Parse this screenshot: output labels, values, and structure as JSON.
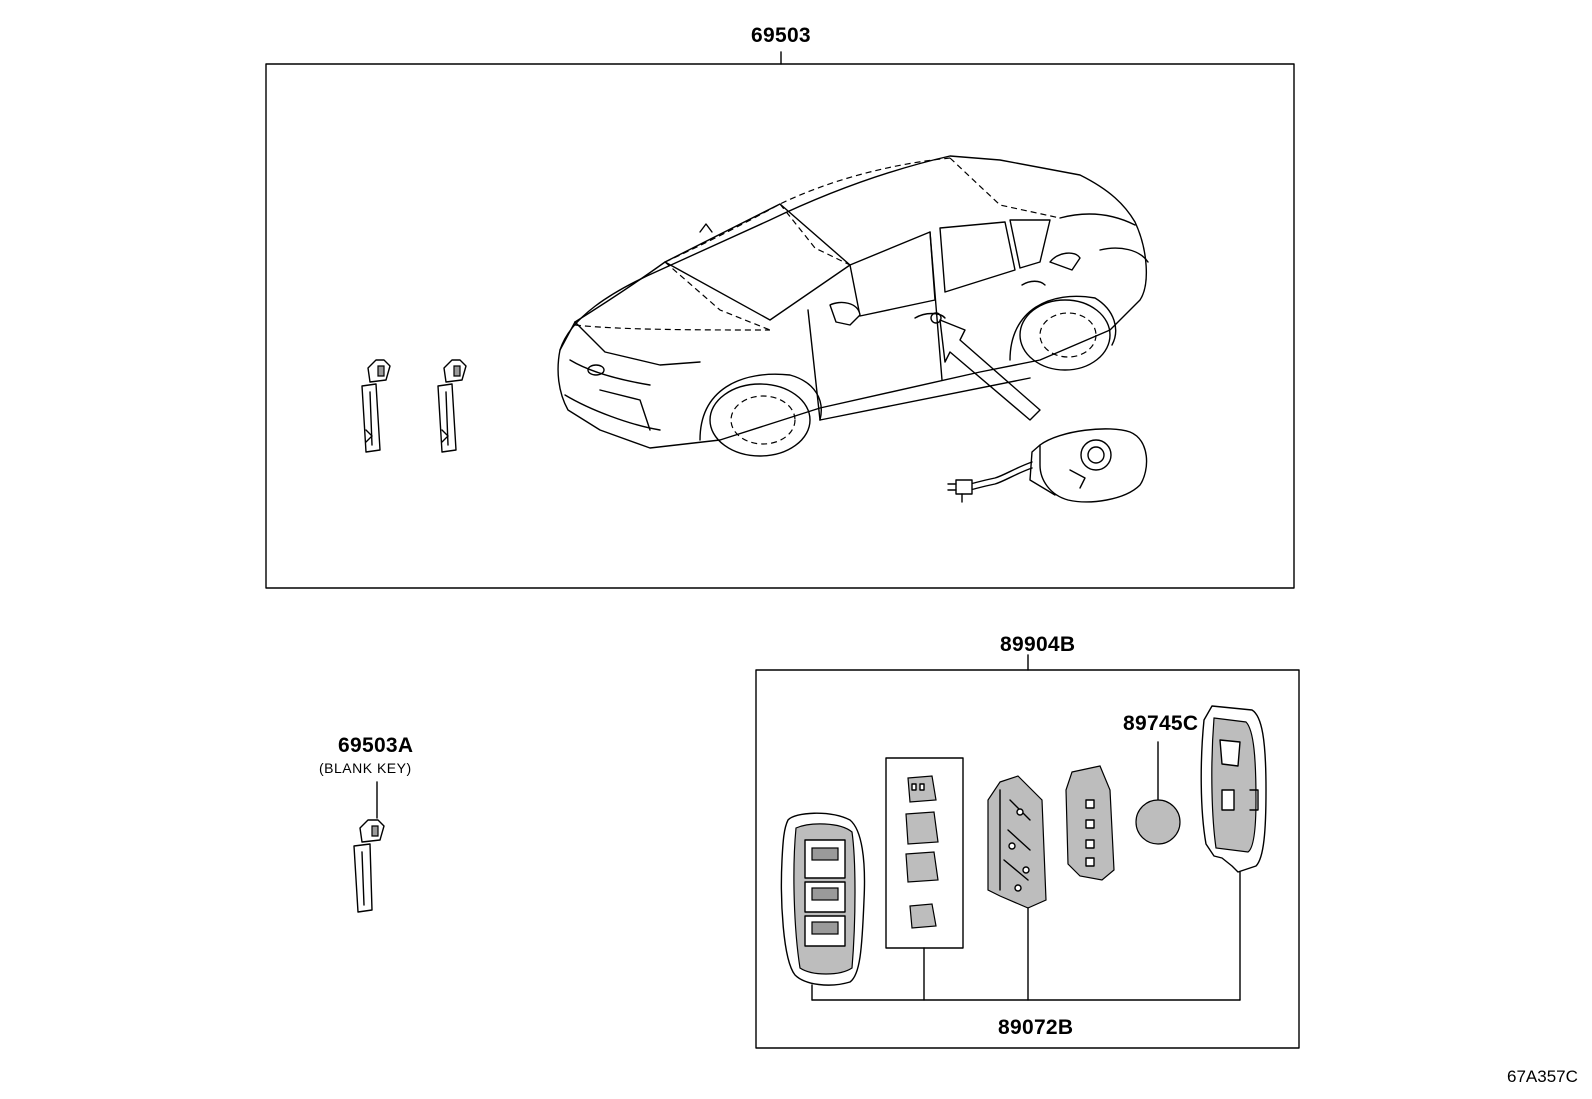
{
  "labels": {
    "kit_main": "69503",
    "blank_key": "69503A",
    "blank_key_note": "(BLANK KEY)",
    "remote_kit": "89904B",
    "battery": "89745C",
    "transmitter_case": "89072B",
    "diagram_code": "67A357C"
  },
  "icons": {
    "vehicle": "sedan-illustration-icon",
    "key_blade": "key-blade-icon",
    "door_lock_cylinder": "door-lock-cylinder-icon",
    "smart_key_case": "smart-key-case-icon",
    "button_pads": "button-pad-set-icon",
    "circuit_board": "circuit-board-icon",
    "inner_housing": "inner-housing-icon",
    "coin_battery": "coin-battery-icon",
    "rear_cover": "rear-cover-icon"
  }
}
